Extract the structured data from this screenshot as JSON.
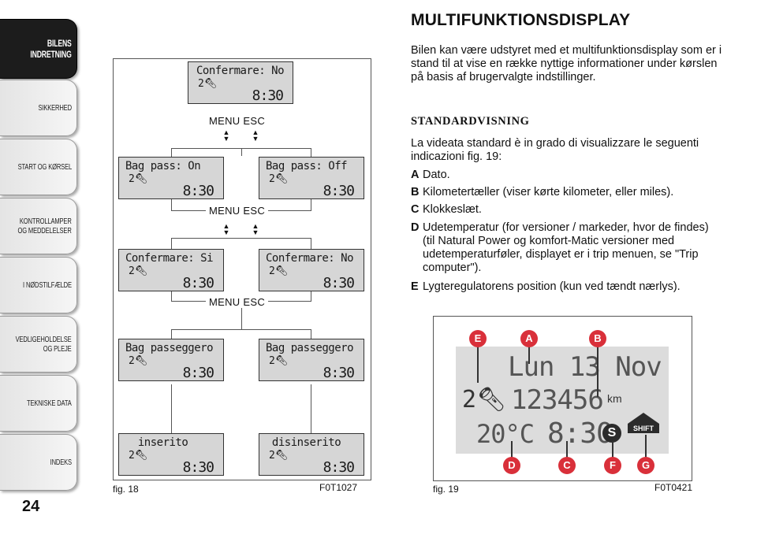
{
  "sidebar": {
    "tabs": [
      {
        "label": "BILENS\nINDRETNING"
      },
      {
        "label": "SIKKERHED"
      },
      {
        "label": "START OG KØRSEL"
      },
      {
        "label": "KONTROLLAMPER\nOG MEDDELELSER"
      },
      {
        "label": "I NØDSTILFÆLDE"
      },
      {
        "label": "VEDLIGEHOLDELSE\nOG PLEJE"
      },
      {
        "label": "TEKNISKE DATA"
      },
      {
        "label": "INDEKS"
      }
    ],
    "page_number": "24"
  },
  "fig18": {
    "caption": "fig. 18",
    "code": "F0T1027",
    "menu_label": "MENU  ESC",
    "screens": {
      "top": {
        "text": "Confermare: No",
        "clock": "8:30"
      },
      "r1l": {
        "text": "Bag pass: On",
        "clock": "8:30"
      },
      "r1r": {
        "text": "Bag pass: Off",
        "clock": "8:30"
      },
      "r2l": {
        "text": "Confermare: Si",
        "clock": "8:30"
      },
      "r2r": {
        "text": "Confermare: No",
        "clock": "8:30"
      },
      "r3l": {
        "text": "Bag passeggero",
        "clock": "8:30"
      },
      "r3r": {
        "text": "Bag passeggero",
        "clock": "8:30"
      },
      "r4l": {
        "text": "  inserito",
        "clock": "8:30"
      },
      "r4r": {
        "text": " disinserito",
        "clock": "8:30"
      }
    },
    "headlight_level": "2"
  },
  "article": {
    "title": "MULTIFUNKTIONSDISPLAY",
    "intro": "Bilen kan være udstyret med et multifunktionsdisplay som er i stand til at vise en række nyttige informationer under kørslen på basis af brugervalgte indstillinger.",
    "subtitle": "STANDARDVISNING",
    "lead": "La videata standard è in grado di visualizzare le seguenti indicazioni fig. 19:",
    "items": [
      {
        "key": "A",
        "text": "Dato."
      },
      {
        "key": "B",
        "text": "Kilometertæller (viser kørte kilometer, eller miles)."
      },
      {
        "key": "C",
        "text": "Klokkeslæt."
      },
      {
        "key": "D",
        "text": "Udetemperatur (for versioner / markeder, hvor de findes) (til Natural Power og komfort-Matic versioner med udetemperaturføler, displayet er i trip menuen, se \"Trip computer\")."
      },
      {
        "key": "E",
        "text": "Lygteregulatorens position (kun ved tændt nærlys)."
      }
    ]
  },
  "fig19": {
    "caption": "fig. 19",
    "code": "F0T0421",
    "date": "Lun 13 Nov",
    "odometer": "123456",
    "unit": "km",
    "headlight": "2",
    "temperature": "20°C",
    "clock": "8:30",
    "s_icon": "S",
    "shift": "SHIFT",
    "markers": [
      "E",
      "A",
      "B",
      "D",
      "C",
      "F",
      "G"
    ],
    "marker_color": "#d9303a"
  }
}
